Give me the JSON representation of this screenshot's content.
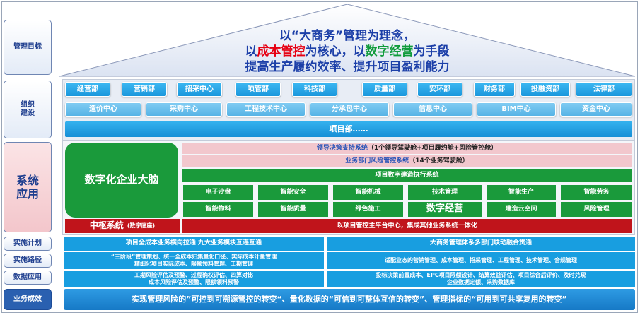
{
  "roof": {
    "line1": "以“大商务”管理为理念，",
    "line2_a": "以",
    "line2_b": "成本管控",
    "line2_c": "为核心，以",
    "line2_d": "数字经营",
    "line2_e": "为手段",
    "line3": "提高生产履约效率、提升项目盈利能力"
  },
  "sidebar": {
    "goal": "管理目标",
    "org": "组织\n建设",
    "system": "系统\n应用",
    "plan": "实施计划",
    "path": "实施路径",
    "data": "数据应用",
    "result": "业务成效"
  },
  "departments_row1": [
    "经营部",
    "营销部",
    "招采中心",
    "项管部",
    "科技部",
    "质量部",
    "安环部",
    "财务部",
    "投融资部",
    "法律部"
  ],
  "departments_row2": [
    "造价中心",
    "采购中心",
    "工程技术中心",
    "分承包中心",
    "信息中心",
    "BIM中心",
    "资金中心"
  ],
  "project_dept": "项目部……",
  "brain": "数字化企业大脑",
  "hub": {
    "main": "中枢系统",
    "sub": "(数字底座)"
  },
  "hub_desc": "以项目管控主平台中心，集成其他业务系统一体化",
  "decision_system": {
    "name": "领导决策支持系统",
    "desc": "（1个领导驾驶舱+项目履约舱+风险管控舱）"
  },
  "dept_risk_system": {
    "name": "业务部门风险管控系统",
    "desc": "（14个业务驾驶舱）"
  },
  "execution_system": "项目数字建造执行系统",
  "smart_row1": [
    "电子沙盘",
    "智能安全",
    "智能机械",
    "技术管理",
    "智能生产",
    "智能劳务"
  ],
  "smart_row2": [
    "智能物料",
    "智能质量",
    "绿色施工",
    "数字经营",
    "建造云空间",
    "风险管理"
  ],
  "plan_left": "项目全成本业务横向拉通   九大业务模块互连互通",
  "plan_right": "大商务管理体系多部门联动融合贯通",
  "path_left": "“三阶段”管理策划、统一全成本归集量化口径、实际成本计量管理\n精细化项目实际成本、限额领料管理、工期管理",
  "path_right": "适配业态的营销管理、成本管理、招采管理、工程管理、技术管理、合规管理",
  "data_left": "工期风险评估及预警、过程确权评估、四算对比\n成本风险评估及预警、限额领料预警",
  "data_right": "投标决策前置成本、EPC项目限额设计、结算效益评估、项目综合后评价、及时兑现\n企业数据定额、采购数据库",
  "result_text": "实现管理风险的”可控到可溯源管控的转变“、量化数据的“可信到可整体互信的转变”、管理指标的“可用到可共享复用的转变”",
  "colors": {
    "roof_blue": "#1c3fa8",
    "accent_red": "#e60012",
    "accent_green": "#0f9b3a",
    "brand_blue": "#1a97dc",
    "brand_green": "#1a9a3b",
    "brand_red": "#c0141b"
  }
}
